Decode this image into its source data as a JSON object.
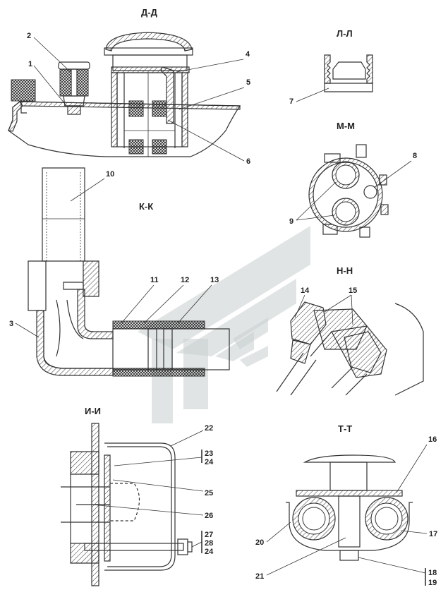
{
  "sections": {
    "dd": "Д-Д",
    "ll": "Л-Л",
    "mm": "М-М",
    "kk": "К-К",
    "nn": "Н-Н",
    "ii": "И-И",
    "tt": "Т-Т"
  },
  "callouts": {
    "c1": "1",
    "c2": "2",
    "c3": "3",
    "c4": "4",
    "c5": "5",
    "c6": "6",
    "c7": "7",
    "c8": "8",
    "c9": "9",
    "c10": "10",
    "c11": "11",
    "c12": "12",
    "c13": "13",
    "c14": "14",
    "c15": "15",
    "c16": "16",
    "c17": "17",
    "c18": "18",
    "c19": "19",
    "c20": "20",
    "c21": "21",
    "c22": "22",
    "c23": "23",
    "c24a": "24",
    "c25": "25",
    "c26": "26",
    "c27": "27",
    "c28": "28",
    "c24b": "24"
  }
}
